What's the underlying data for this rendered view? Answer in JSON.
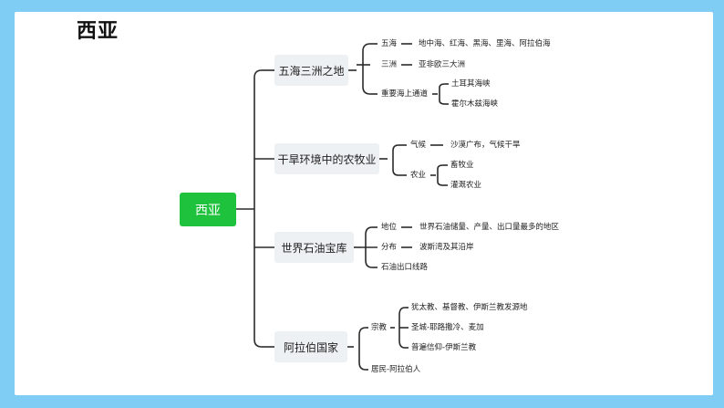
{
  "title": "西亚",
  "root": "西亚",
  "branches": [
    {
      "label": "五海三洲之地",
      "children": [
        {
          "label": "五海",
          "value": "地中海、红海、黑海、里海、阿拉伯海"
        },
        {
          "label": "三洲",
          "value": "亚非欧三大洲"
        },
        {
          "label": "重要海上通道",
          "items": [
            "土耳其海峡",
            "霍尔木兹海峡"
          ]
        }
      ]
    },
    {
      "label": "干旱环境中的农牧业",
      "children": [
        {
          "label": "气候",
          "value": "沙漠广布，气候干旱"
        },
        {
          "label": "农业",
          "items": [
            "畜牧业",
            "灌溉农业"
          ]
        }
      ]
    },
    {
      "label": "世界石油宝库",
      "children": [
        {
          "label": "地位",
          "value": "世界石油储量、产量、出口量最多的地区"
        },
        {
          "label": "分布",
          "value": "波斯湾及其沿岸"
        },
        {
          "label": "石油出口线路"
        }
      ]
    },
    {
      "label": "阿拉伯国家",
      "children": [
        {
          "label": "宗教",
          "items": [
            "犹太教、基督教、伊斯兰教发源地",
            "圣城-耶路撒冷、麦加",
            "普遍信仰-伊斯兰教"
          ]
        },
        {
          "label": "居民-阿拉伯人"
        }
      ]
    }
  ]
}
